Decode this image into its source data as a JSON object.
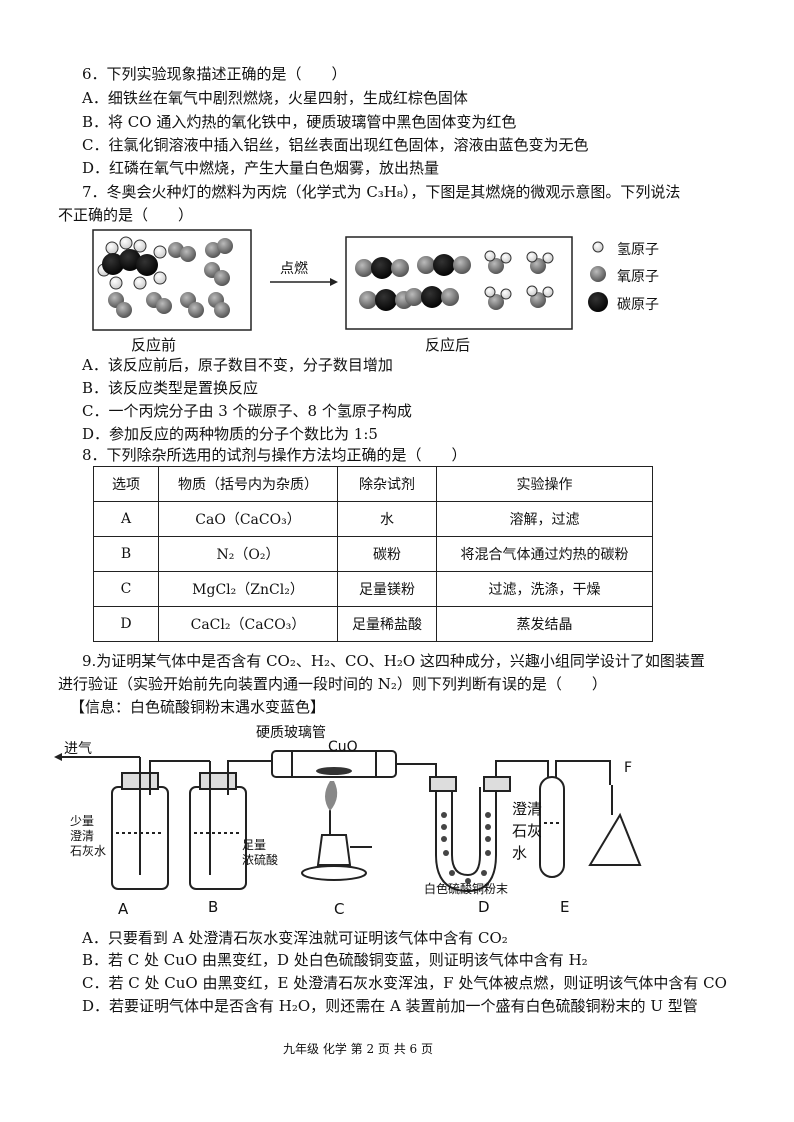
{
  "q6": {
    "stem": "6．下列实验现象描述正确的是（　　）",
    "options": [
      "A．细铁丝在氧气中剧烈燃烧，火星四射，生成红棕色固体",
      "B．将 CO 通入灼热的氧化铁中，硬质玻璃管中黑色固体变为红色",
      "C．往氯化铜溶液中插入铝丝，铝丝表面出现红色固体，溶液由蓝色变为无色",
      "D．红磷在氧气中燃烧，产生大量白色烟雾，放出热量"
    ]
  },
  "q7": {
    "stem_line1": "7．冬奥会火种灯的燃料为丙烷（化学式为 C₃H₈），下图是其燃烧的微观示意图。下列说法",
    "stem_line2": "不正确的是（　　）",
    "diagram": {
      "arrow_label": "点燃",
      "before_label": "反应前",
      "after_label": "反应后",
      "legend": [
        "氢原子",
        "氧原子",
        "碳原子"
      ]
    },
    "options": [
      "A．该反应前后，原子数目不变，分子数目增加",
      "B．该反应类型是置换反应",
      "C．一个丙烷分子由 3 个碳原子、8 个氢原子构成",
      "D．参加反应的两种物质的分子个数比为 1:5"
    ]
  },
  "q8": {
    "stem": "8．下列除杂所选用的试剂与操作方法均正确的是（　　）",
    "headers": [
      "选项",
      "物质（括号内为杂质）",
      "除杂试剂",
      "实验操作"
    ],
    "rows": [
      [
        "A",
        "CaO（CaCO₃）",
        "水",
        "溶解，过滤"
      ],
      [
        "B",
        "N₂（O₂）",
        "碳粉",
        "将混合气体通过灼热的碳粉"
      ],
      [
        "C",
        "MgCl₂（ZnCl₂）",
        "足量镁粉",
        "过滤，洗涤，干燥"
      ],
      [
        "D",
        "CaCl₂（CaCO₃）",
        "足量稀盐酸",
        "蒸发结晶"
      ]
    ]
  },
  "q9": {
    "stem_line1": "9.为证明某气体中是否含有 CO₂、H₂、CO、H₂O 这四种成分，兴趣小组同学设计了如图装置",
    "stem_line2": "进行验证（实验开始前先向装置内通一段时间的 N₂）则下列判断有误的是（　　）",
    "info": "【信息：白色硫酸铜粉末遇水变蓝色】",
    "apparatus": {
      "inlet": "进气",
      "tube": "硬质玻璃管",
      "cuo": "CuO",
      "a_content": [
        "少量",
        "澄清",
        "石灰水"
      ],
      "b_content": [
        "足量",
        "浓硫酸"
      ],
      "e_content": [
        "澄清",
        "石灰",
        "水"
      ],
      "d_content": "白色硫酸铜粉末",
      "f_label": "F",
      "labels": [
        "A",
        "B",
        "C",
        "D",
        "E"
      ]
    },
    "options": [
      "A．只要看到 A 处澄清石灰水变浑浊就可证明该气体中含有 CO₂",
      "B．若 C 处 CuO 由黑变红，D 处白色硫酸铜变蓝，则证明该气体中含有 H₂",
      "C．若 C 处 CuO 由黑变红，E 处澄清石灰水变浑浊，F 处气体被点燃，则证明该气体中含有 CO",
      "D．若要证明气体中是否含有 H₂O，则还需在 A 装置前加一个盛有白色硫酸铜粉末的 U 型管"
    ]
  },
  "footer": "九年级 化学 第 2 页 共 6 页"
}
